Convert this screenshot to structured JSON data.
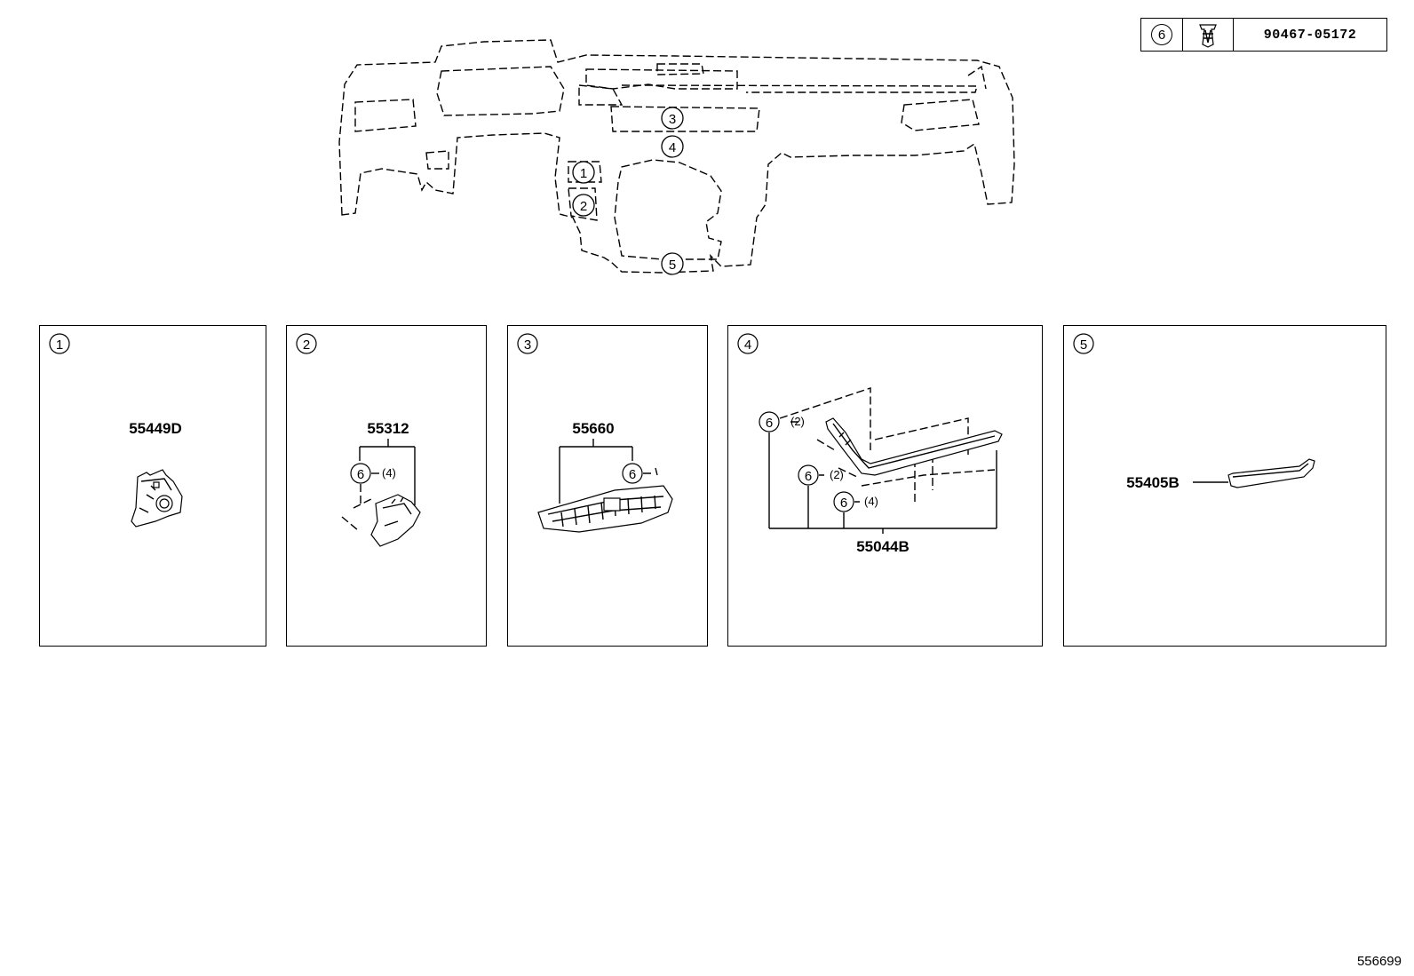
{
  "legend": {
    "ref": "6",
    "part_number": "90467-05172",
    "icon": "clip-fastener-icon"
  },
  "overview": {
    "callouts": [
      "1",
      "2",
      "3",
      "4",
      "5"
    ]
  },
  "panels": [
    {
      "ref": "1",
      "part_number": "55449D"
    },
    {
      "ref": "2",
      "part_number": "55312",
      "fastener_ref": "6",
      "fastener_qty": "(4)"
    },
    {
      "ref": "3",
      "part_number": "55660",
      "fastener_ref": "6"
    },
    {
      "ref": "4",
      "part_number": "55044B",
      "fasteners": [
        {
          "ref": "6",
          "qty": "(2)"
        },
        {
          "ref": "6",
          "qty": "(2)"
        },
        {
          "ref": "6",
          "qty": "(4)"
        }
      ]
    },
    {
      "ref": "5",
      "part_number": "55405B"
    }
  ],
  "diagram_id": "556699"
}
